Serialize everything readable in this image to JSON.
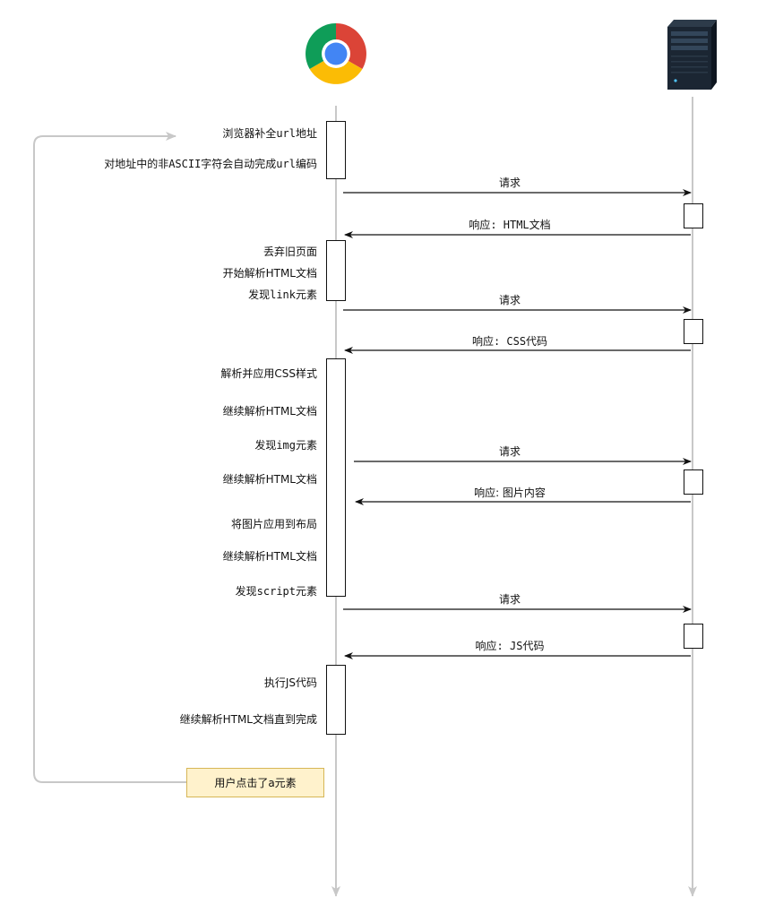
{
  "participants": {
    "browser": {
      "icon": "chrome-icon"
    },
    "server": {
      "icon": "server-tower-icon"
    }
  },
  "browser_notes": {
    "complete_url": "浏览器补全url地址",
    "encode_url": "对地址中的非ASCII字符会自动完成url编码",
    "discard_page": "丢弃旧页面",
    "start_parse": "开始解析HTML文档",
    "find_link": "发现link元素",
    "apply_css": "解析并应用CSS样式",
    "continue_parse_1": "继续解析HTML文档",
    "find_img": "发现img元素",
    "continue_parse_2": "继续解析HTML文档",
    "apply_img": "将图片应用到布局",
    "continue_parse_3": "继续解析HTML文档",
    "find_script": "发现script元素",
    "run_js": "执行JS代码",
    "finish_parse": "继续解析HTML文档直到完成"
  },
  "messages": {
    "req_html": "请求",
    "res_html": "响应: HTML文档",
    "req_css": "请求",
    "res_css": "响应: CSS代码",
    "req_img": "请求",
    "res_img": "响应: 图片内容",
    "req_js": "请求",
    "res_js": "响应: JS代码"
  },
  "note": {
    "text": "用户点击了a元素"
  },
  "colors": {
    "lifeline": "#c8c8c8",
    "loop": "#c8c8c8",
    "arrow": "#111111",
    "note_fill": "#fff2cc",
    "note_border": "#d6b656"
  }
}
